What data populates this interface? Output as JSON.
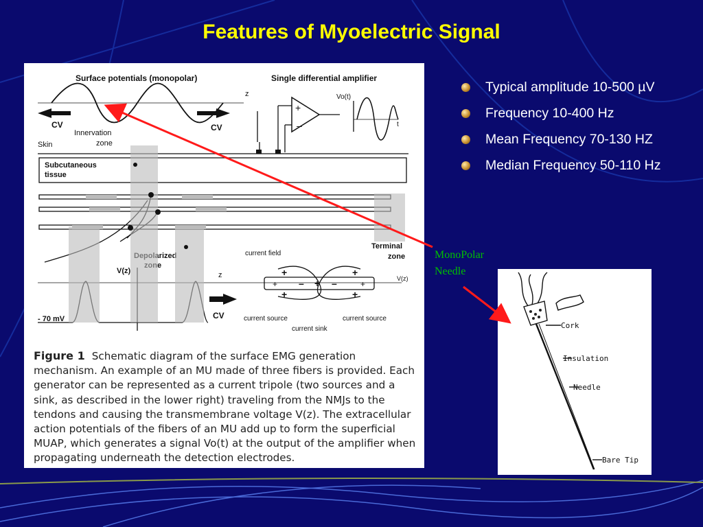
{
  "title": "Features of Myoelectric Signal",
  "bullets": [
    "Typical amplitude 10-500 µV",
    "Frequency 10-400 Hz",
    "Mean Frequency 70-130 HZ",
    "Median Frequency 50-110 Hz"
  ],
  "callout": {
    "line1": "MonoPolar",
    "line2": "Needle"
  },
  "figure": {
    "surface_label": "Surface potentials  (monopolar)",
    "amp_label": "Single differential amplifier",
    "z": "z",
    "vo": "Vo(t)",
    "t": "t",
    "cv": "CV",
    "innervation": "Innervation",
    "zone": "zone",
    "skin": "Skin",
    "subcutaneous": "Subcutaneous",
    "tissue": "tissue",
    "terminal": "Terminal",
    "depolarized": "Depolarized",
    "current_field": "current field",
    "vz": "V(z)",
    "mv": "- 70 mV",
    "current_source": "current source",
    "current_sink": "current sink",
    "caption_label": "Figure 1",
    "caption_text": "Schematic diagram of the surface EMG generation mechanism. An example of an MU made of three fibers is provided. Each generator can be represented as a current tripole (two sources and a sink, as described in the lower right) traveling from the NMJs to the tendons and causing the transmembrane voltage V(z). The extracellular action potentials of the fibers of an MU add up to form the superficial MUAP, which generates a signal Vo(t) at the output of the amplifier when propagating underneath the detection electrodes."
  },
  "needle": {
    "cork": "Cork",
    "insulation": "Insulation",
    "needle": "Needle",
    "bare_tip": "Bare Tip"
  },
  "colors": {
    "background": "#0a0a6e",
    "title": "#ffff00",
    "callout": "#00c000",
    "arrow": "#ff1a1a"
  }
}
